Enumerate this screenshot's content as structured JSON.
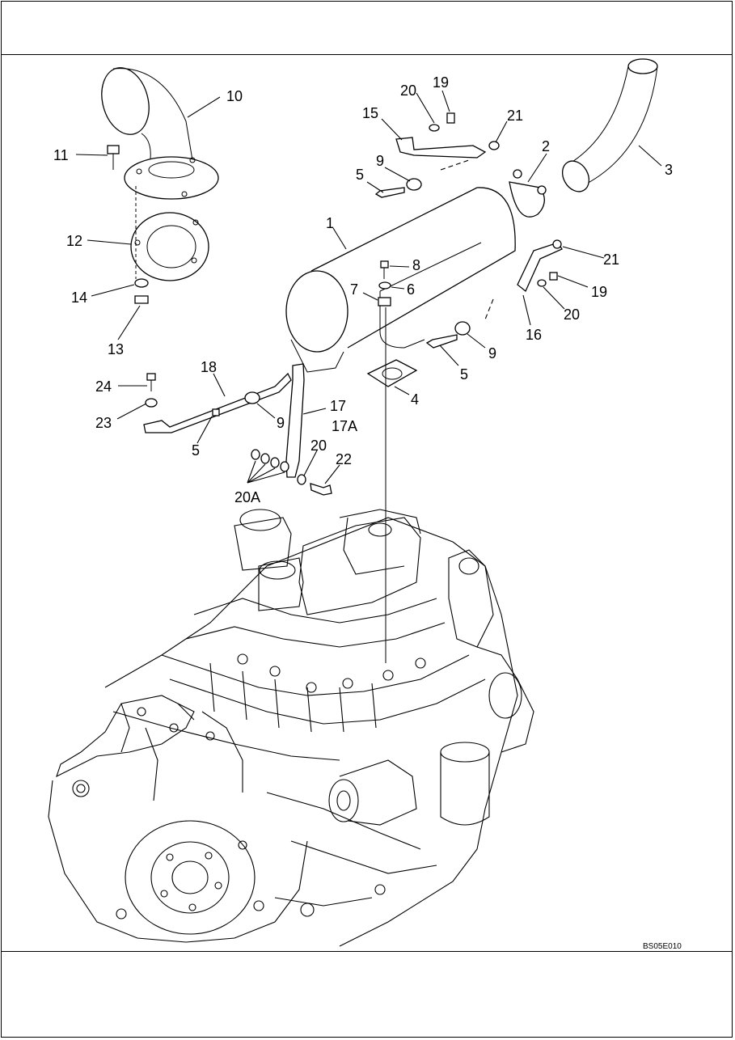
{
  "drawing_code": "BS05E010",
  "callouts": {
    "c1": "1",
    "c2": "2",
    "c3": "3",
    "c4": "4",
    "c5a": "5",
    "c5b": "5",
    "c5c": "5",
    "c6": "6",
    "c7": "7",
    "c8": "8",
    "c9a": "9",
    "c9b": "9",
    "c9c": "9",
    "c10": "10",
    "c11": "11",
    "c12": "12",
    "c13": "13",
    "c14": "14",
    "c15": "15",
    "c16": "16",
    "c17": "17",
    "c17a": "17A",
    "c18": "18",
    "c19a": "19",
    "c19b": "19",
    "c20a": "20",
    "c20b": "20",
    "c20c": "20",
    "c20d": "20A",
    "c21a": "21",
    "c21b": "21",
    "c22": "22",
    "c23": "23",
    "c24": "24"
  }
}
